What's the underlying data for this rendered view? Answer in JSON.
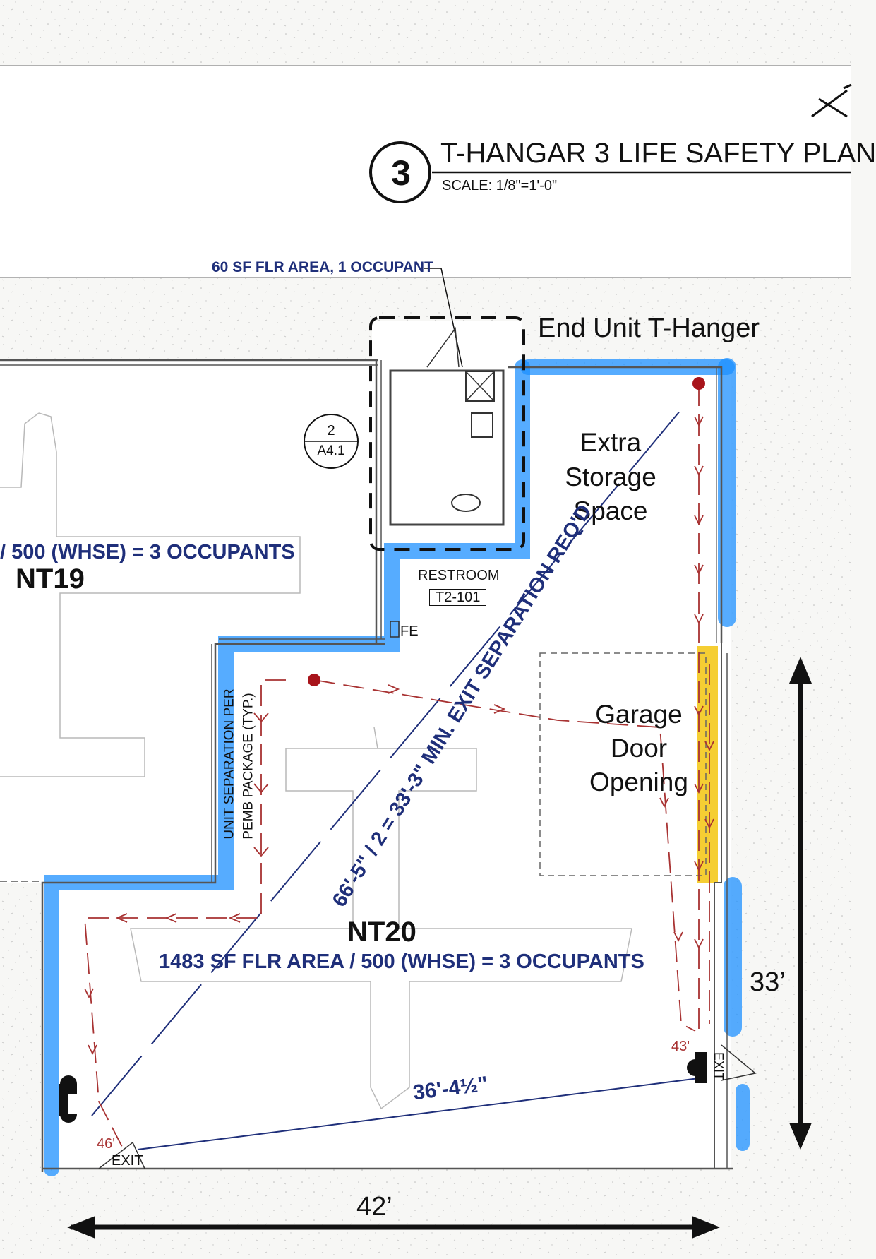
{
  "title_block": {
    "number": "3",
    "title": "T-HANGAR 3 LIFE SAFETY PLAN",
    "scale": "SCALE: 1/8\"=1'-0\""
  },
  "notes": {
    "restroom_area": "60 SF FLR AREA, 1 OCCUPANT",
    "end_unit": "End Unit T-Hanger",
    "extra_storage": [
      "Extra",
      "Storage",
      "Space"
    ],
    "garage_door": [
      "Garage",
      "Door",
      "Opening"
    ],
    "exit_separation": "66'-5\" / 2 = 33'-3\" MIN. EXIT SEPARATION REQ'D",
    "unit_separation": [
      "UNIT SEPARATION PER",
      "PEMB PACKAGE (TYP.)"
    ],
    "nt19_occupants": "/ 500 (WHSE) = 3 OCCUPANTS",
    "nt20_occupants": "1483 SF FLR AREA / 500 (WHSE) = 3 OCCUPANTS",
    "exit_distance": "36'-4½\""
  },
  "rooms": {
    "nt19": "NT19",
    "nt20": "NT20",
    "restroom": "RESTROOM",
    "restroom_tag": "T2-101",
    "fe": "FE"
  },
  "section_marker": {
    "top": "2",
    "bottom": "A4.1"
  },
  "exits": {
    "left_label": "EXIT",
    "left_distance": "46'",
    "right_label": "EXIT",
    "right_distance": "43'"
  },
  "dimensions": {
    "width": "42’",
    "height": "33’"
  },
  "colors": {
    "navy": "#1f2f7a",
    "blue_highlight": "#1e90ff",
    "yellow_highlight": "#f2c200",
    "egress": "#a83232"
  }
}
